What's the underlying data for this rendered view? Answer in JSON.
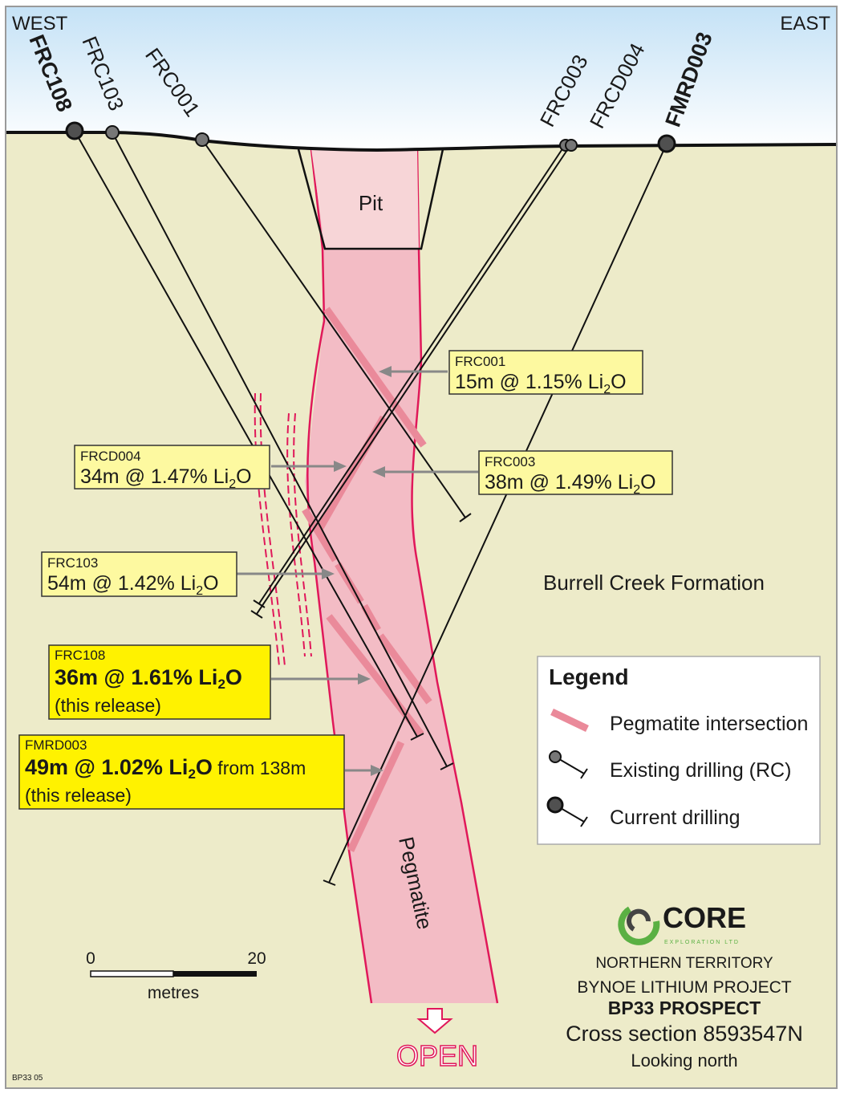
{
  "directions": {
    "west": "WEST",
    "east": "EAST"
  },
  "holes": {
    "frc108": "FRC108",
    "frc103": "FRC103",
    "frc001": "FRC001",
    "frc003": "FRC003",
    "frcd004": "FRCD004",
    "fmrd003": "FMRD003"
  },
  "pit_label": "Pit",
  "pegmatite_label": "Pegmatite",
  "formation_label": "Burrell Creek Formation",
  "intercepts": {
    "frc001": {
      "hole": "FRC001",
      "pre": "15m @ 1.15% Li",
      "sub": "2",
      "post": "O"
    },
    "frcd004": {
      "hole": "FRCD004",
      "pre": "34m @ 1.47% Li",
      "sub": "2",
      "post": "O"
    },
    "frc003": {
      "hole": "FRC003",
      "pre": "38m @ 1.49% Li",
      "sub": "2",
      "post": "O"
    },
    "frc103": {
      "hole": "FRC103",
      "pre": "54m @ 1.42% Li",
      "sub": "2",
      "post": "O"
    },
    "frc108": {
      "hole": "FRC108",
      "pre": "36m @ 1.61% Li",
      "sub": "2",
      "post": "O",
      "note": "(this release)"
    },
    "fmrd003": {
      "hole": "FMRD003",
      "pre": "49m @ 1.02% Li",
      "sub": "2",
      "post": "O",
      "extra": " from 138m",
      "note": "(this release)"
    }
  },
  "legend": {
    "title": "Legend",
    "items": [
      "Pegmatite intersection",
      "Existing drilling (RC)",
      "Current drilling"
    ]
  },
  "scale": {
    "min": "0",
    "max": "20",
    "unit": "metres"
  },
  "open_label": "OPEN",
  "logo": {
    "name": "CORE",
    "sub": "EXPLORATION LTD"
  },
  "title_block": {
    "region": "NORTHERN TERRITORY",
    "project": "BYNOE LITHIUM PROJECT",
    "prospect": "BP33 PROSPECT",
    "section": "Cross section 8593547N",
    "view": "Looking north"
  },
  "figure_id": "BP33 05",
  "colors": {
    "ground": "#edebc9",
    "pegmatite": "#f3bcc5",
    "pegmatite_edge": "#e0185a",
    "intersection": "#ea8a9a",
    "box_old": "#fdf9a0",
    "box_new": "#fff200"
  }
}
